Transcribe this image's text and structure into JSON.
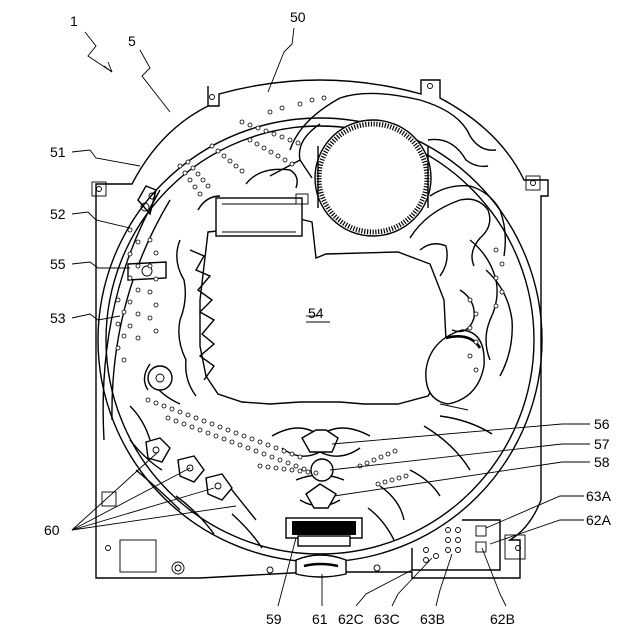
{
  "labels": {
    "l1": "1",
    "l5": "5",
    "l50": "50",
    "l51": "51",
    "l52": "52",
    "l55": "55",
    "l53": "53",
    "l54": "54",
    "l56": "56",
    "l57": "57",
    "l58": "58",
    "l60": "60",
    "l63A": "63A",
    "l62A": "62A",
    "l59": "59",
    "l61": "61",
    "l62C": "62C",
    "l63C": "63C",
    "l63B": "63B",
    "l62B": "62B"
  }
}
